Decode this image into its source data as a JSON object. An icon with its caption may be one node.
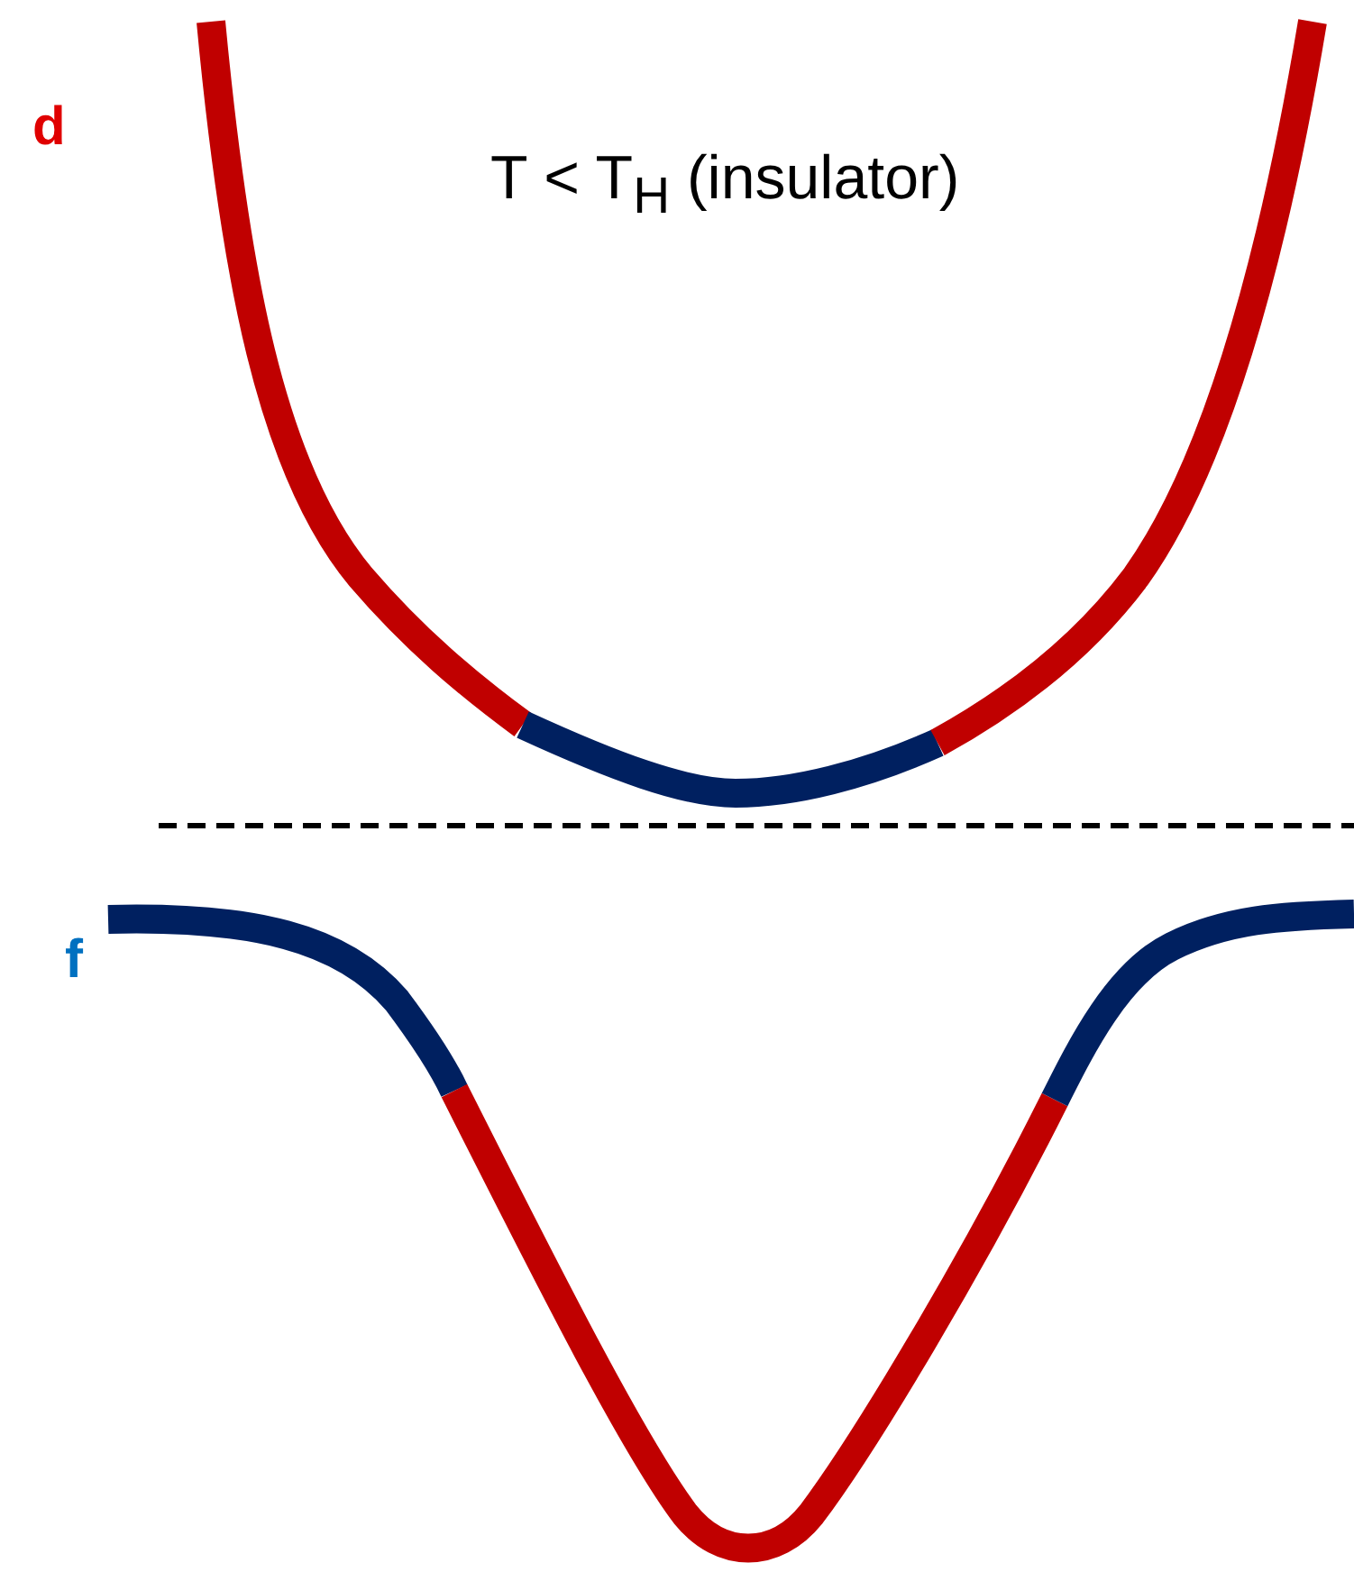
{
  "diagram": {
    "labels": [
      "d",
      "T < T$_{H}$ (insulator)",
      "f"
    ]
  }
}
